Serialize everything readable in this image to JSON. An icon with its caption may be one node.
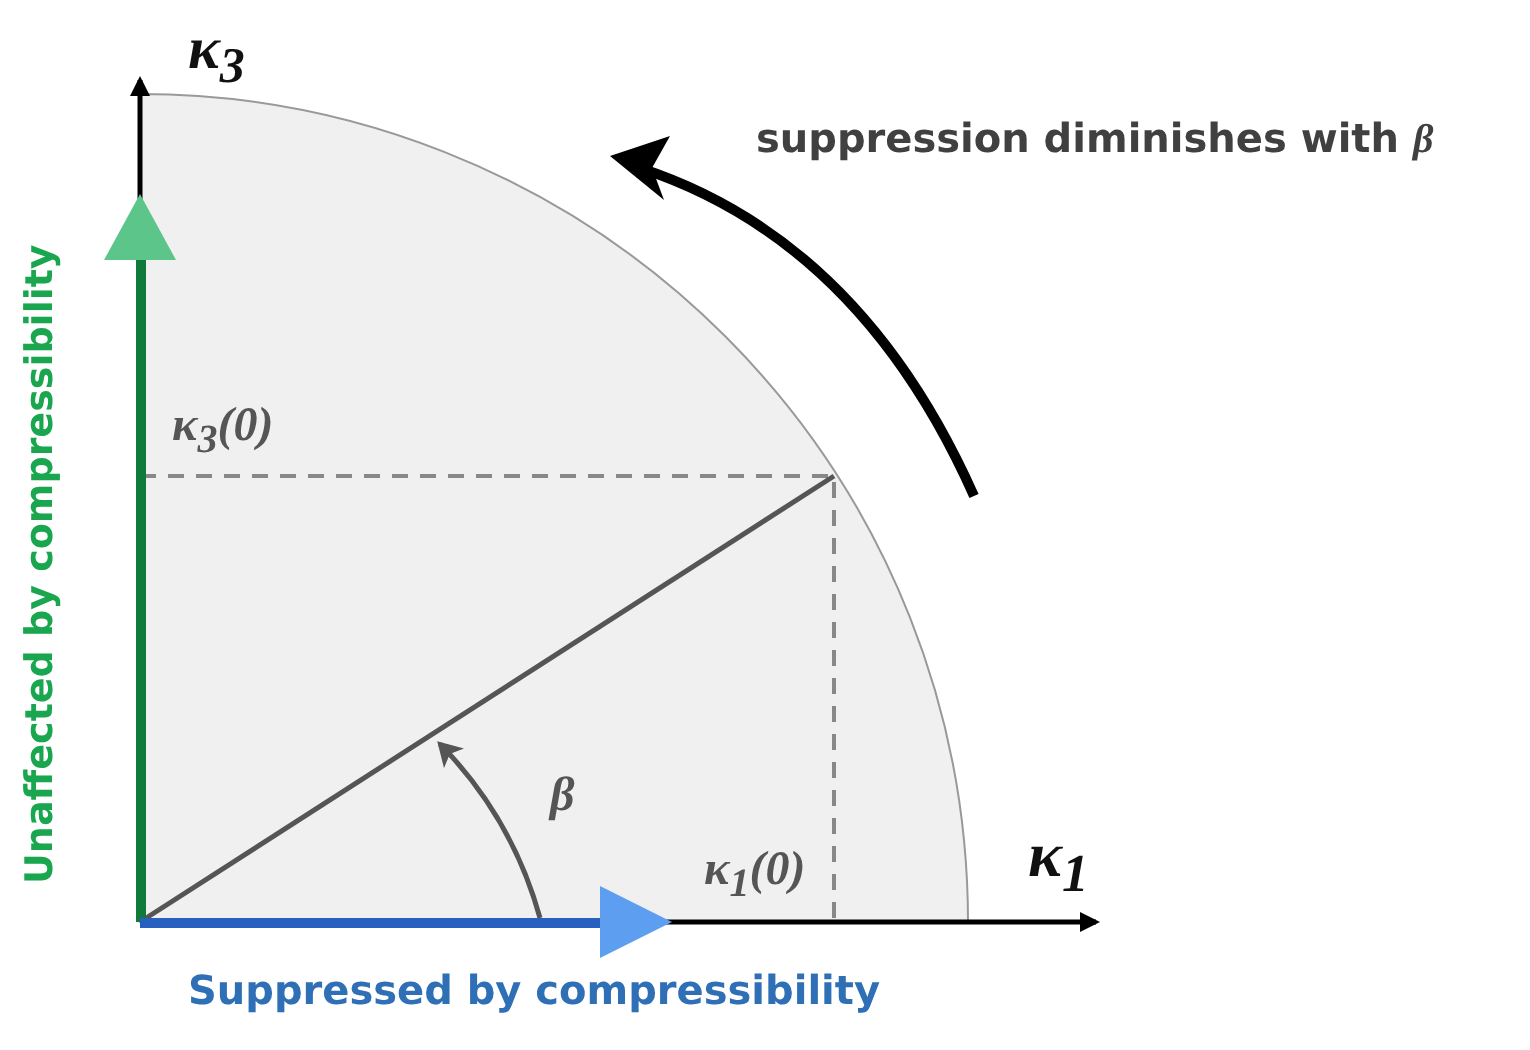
{
  "diagram": {
    "labels": [
      "κ$_{3}$",
      "suppression diminishes with *β*",
      "Unaffected by compressibility",
      "κ$_{3}$(0)",
      "β",
      "κ$_{1}$(0)",
      "κ$_{1}$",
      "Suppressed by compressibility"
    ]
  }
}
